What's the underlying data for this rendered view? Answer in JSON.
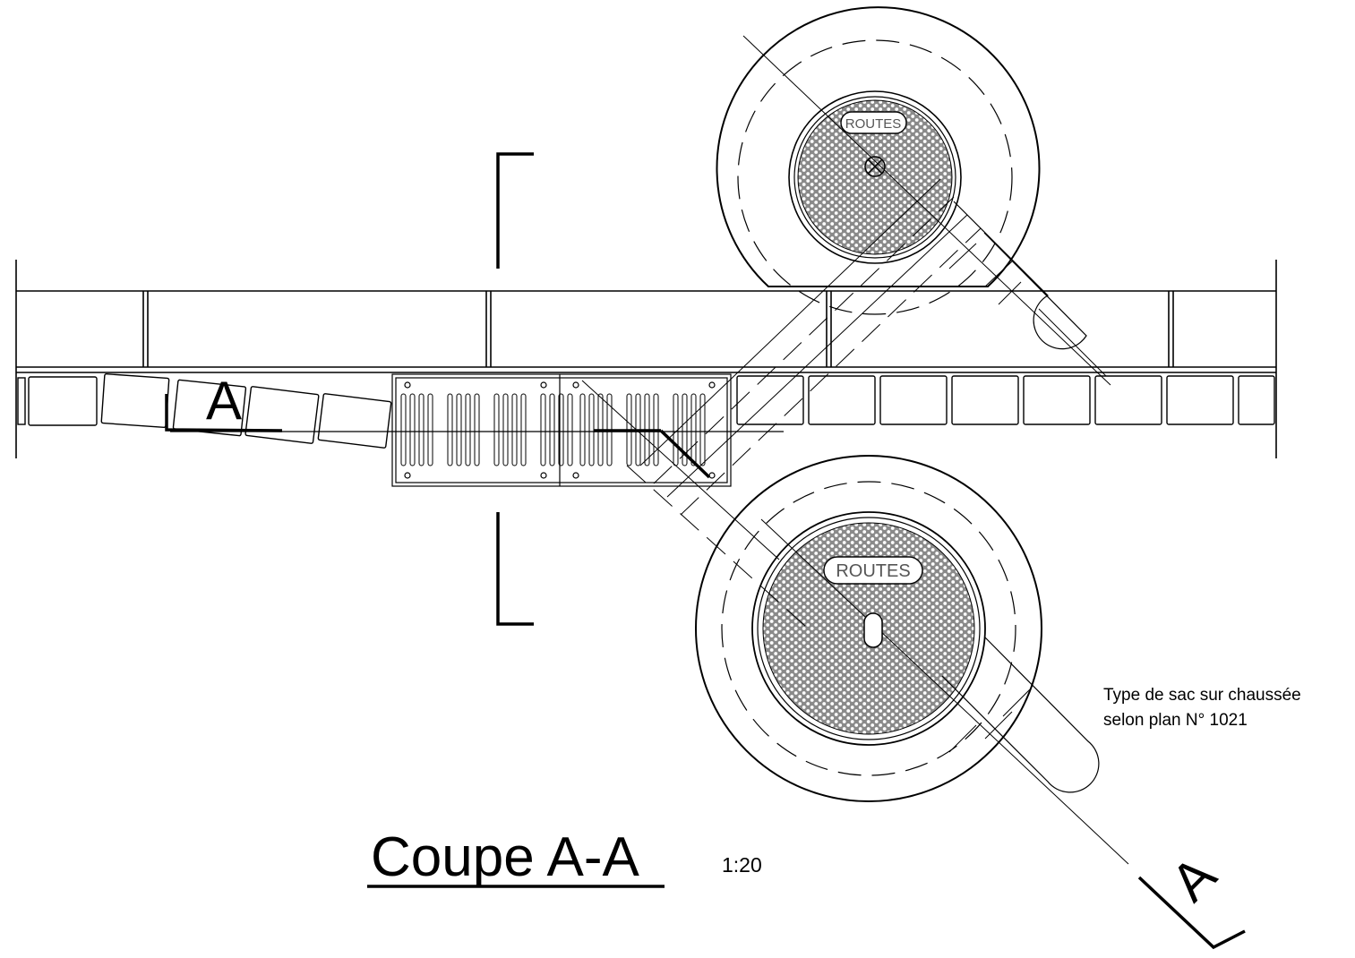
{
  "section_marker": "A",
  "cover_label": "ROUTES",
  "note": {
    "line1": "Type de sac sur chaussée",
    "line2": "selon plan N° 1021"
  },
  "title": "Coupe A-A",
  "scale": "1:20"
}
